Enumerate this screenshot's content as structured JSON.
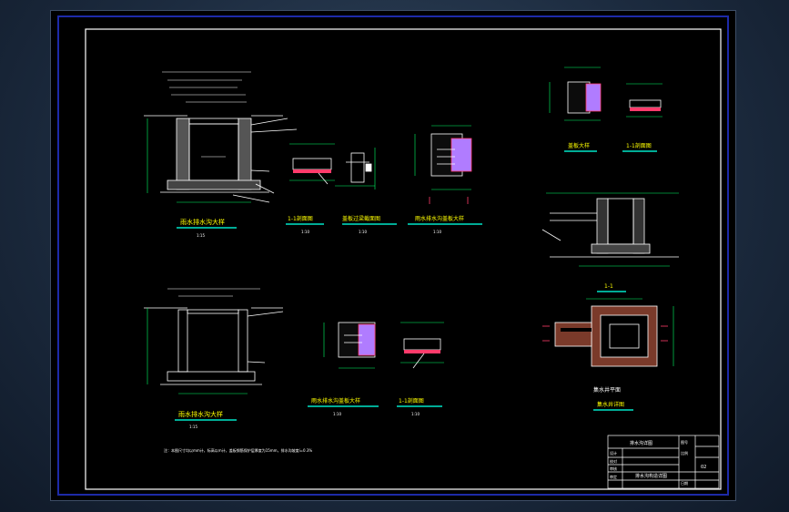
{
  "colors": {
    "background": "#000000",
    "linework": "#ffffff",
    "title_text": "#ffff00",
    "title_underline": "#00e5c8",
    "rebar": "#ff3b6b",
    "dimension": "#00ff66",
    "hatch": "#b07cff",
    "frame_blue": "#1d2aa8"
  },
  "titles": {
    "top_left_main": "雨水排水沟大样",
    "top_mid_section": "1-1剖面图",
    "top_mid_over": "盖板过梁截面图",
    "top_right_slab": "雨水排水沟盖板大样",
    "mid_left_main": "雨水排水沟大样",
    "mid_slab": "雨水排水沟盖板大样",
    "mid_section": "1-1剖面图",
    "right_cover": "盖板大样",
    "right_section": "1-1剖面图",
    "right_pit_section": "1-1",
    "right_pit_plan": "集水井平面",
    "right_pit_detail": "集水井详图"
  },
  "scales": {
    "s1": "1:15",
    "s2": "1:10"
  },
  "title_block": {
    "project_label": "排水沟详图",
    "drawing_label": "排水沟构造详图",
    "row_labels": [
      "设计",
      "校对",
      "审核",
      "审定"
    ],
    "right_labels": [
      "图号",
      "比例",
      "日期"
    ],
    "sheet_number": "02"
  },
  "notes": {
    "bottom_note": "注：本图尺寸均以mm计，标高以m计，盖板钢筋保护层厚度为15mm，排水沟坡度i=0.3%"
  }
}
